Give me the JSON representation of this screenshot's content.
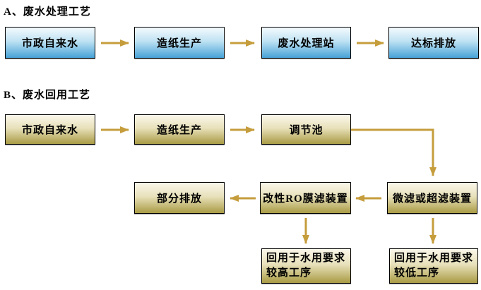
{
  "colors": {
    "background": "#ffffff",
    "arrow": "#c59d3c",
    "box_border": "#000000",
    "blue_box_top": "#f4fafd",
    "blue_box_bottom": "#47a2d7",
    "gold_box_top": "#faf7ea",
    "gold_box_bottom": "#a99b45",
    "text": "#000000"
  },
  "sections": {
    "a": {
      "title": "A、废水处理工艺",
      "nodes": {
        "tap_water": "市政自来水",
        "paper_production": "造纸生产",
        "treatment_station": "废水处理站",
        "discharge": "达标排放"
      },
      "edges": [
        {
          "from": "市政自来水",
          "to": "造纸生产"
        },
        {
          "from": "造纸生产",
          "to": "废水处理站"
        },
        {
          "from": "废水处理站",
          "to": "达标排放"
        }
      ]
    },
    "b": {
      "title": "B、废水回用工艺",
      "nodes": {
        "tap_water": "市政自来水",
        "paper_production": "造纸生产",
        "regulating_tank": "调节池",
        "mf_uf_unit": "微滤或超滤装置",
        "ro_membrane_unit": "改性RO膜滤装置",
        "partial_discharge": "部分排放",
        "reuse_high": {
          "line1": "回用于水用要求",
          "line2": "较高工序"
        },
        "reuse_low": {
          "line1": "回用于水用要求",
          "line2": "较低工序"
        }
      },
      "edges": [
        {
          "from": "市政自来水",
          "to": "造纸生产"
        },
        {
          "from": "造纸生产",
          "to": "调节池"
        },
        {
          "from": "调节池",
          "to": "微滤或超滤装置"
        },
        {
          "from": "微滤或超滤装置",
          "to": "改性RO膜滤装置"
        },
        {
          "from": "改性RO膜滤装置",
          "to": "部分排放"
        },
        {
          "from": "改性RO膜滤装置",
          "to": "回用于水用要求较高工序"
        },
        {
          "from": "微滤或超滤装置",
          "to": "回用于水用要求较低工序"
        }
      ]
    }
  }
}
